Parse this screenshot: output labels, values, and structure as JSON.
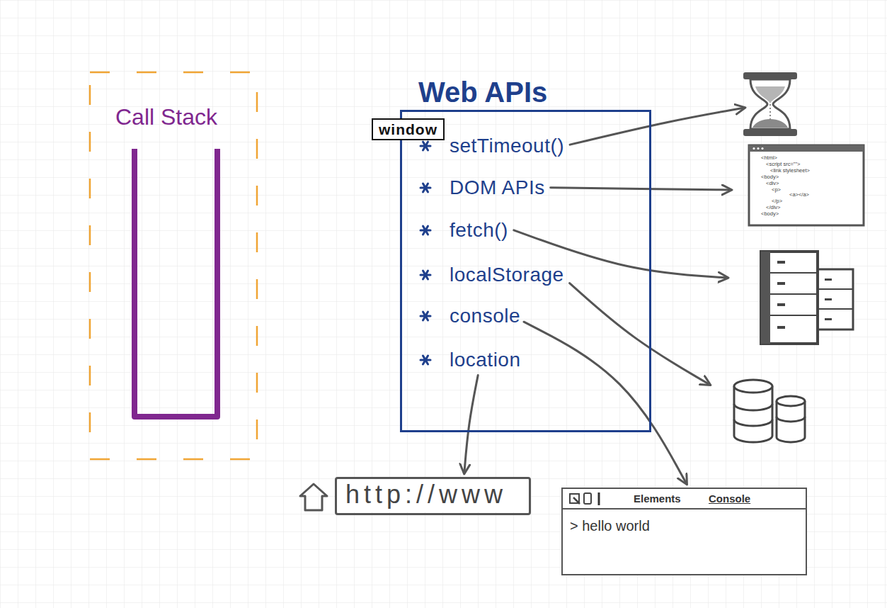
{
  "diagram": {
    "nodes": [
      {
        "text": [
          "Call Stack"
        ]
      },
      {
        "text": [
          "Web APIs"
        ]
      },
      {
        "text": [
          "window"
        ],
        "in": 1
      },
      {
        "text": [
          "setTimeout()"
        ],
        "in": 1
      },
      {
        "text": [
          "DOM APIs"
        ],
        "in": 1
      },
      {
        "text": [
          "fetch()"
        ],
        "in": 1
      },
      {
        "text": [
          "localStorage"
        ],
        "in": 1
      },
      {
        "text": [
          "console"
        ],
        "in": 1
      },
      {
        "text": [
          "location"
        ],
        "in": 1
      },
      {
        "text": [
          "http://www"
        ]
      },
      {
        "text": [
          "Elements",
          "Console",
          "> hello world"
        ]
      }
    ],
    "edges": [
      {
        "from": 8,
        "to": 9,
        "arrow": "to"
      },
      {
        "from": 7,
        "to": 10,
        "arrow": "to"
      }
    ],
    "labels": [
      "<html>",
      "<script src=\"\">",
      "<link stylesheet>",
      "<body>",
      "<div>",
      "<p>",
      "<a></a>",
      "</p>",
      "</div>",
      "<body>"
    ]
  }
}
